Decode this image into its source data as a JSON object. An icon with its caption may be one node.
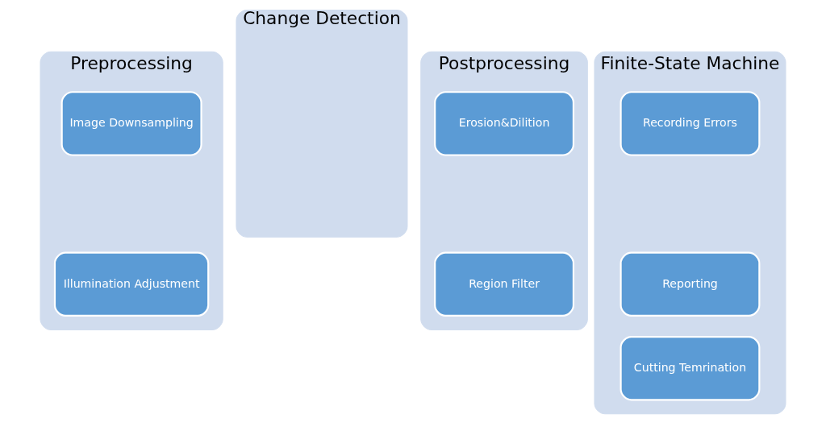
{
  "diagram": {
    "nodes": [
      {
        "text": [
          "Preprocessing"
        ]
      },
      {
        "text": [
          "Image Downsampling"
        ],
        "in": 0
      },
      {
        "text": [
          "Illumination Adjustment"
        ],
        "in": 0
      },
      {
        "text": [
          "Change Detection"
        ]
      },
      {
        "text": [
          "Postprocessing"
        ]
      },
      {
        "text": [
          "Erosion&Dilition"
        ],
        "in": 4
      },
      {
        "text": [
          "Region Filter"
        ],
        "in": 4
      },
      {
        "text": [
          "Finite-State Machine"
        ]
      },
      {
        "text": [
          "Recording Errors"
        ],
        "in": 7
      },
      {
        "text": [
          "Reporting"
        ],
        "in": 7
      },
      {
        "text": [
          "Cutting Temrination"
        ],
        "in": 7
      }
    ],
    "edges": []
  }
}
